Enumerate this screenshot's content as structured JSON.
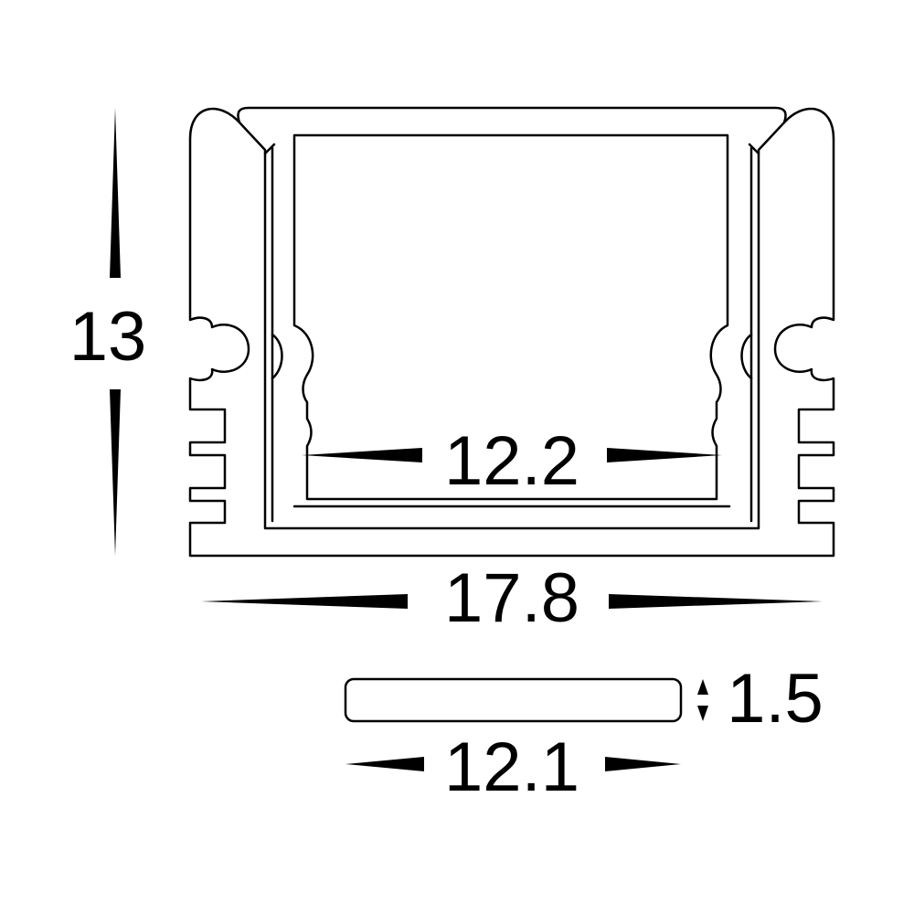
{
  "dimensions": {
    "height": "13",
    "inner_width": "12.2",
    "outer_width": "17.8",
    "diffuser_width": "12.1",
    "diffuser_thickness": "1.5"
  },
  "colors": {
    "line": "#000000",
    "background": "#ffffff"
  }
}
